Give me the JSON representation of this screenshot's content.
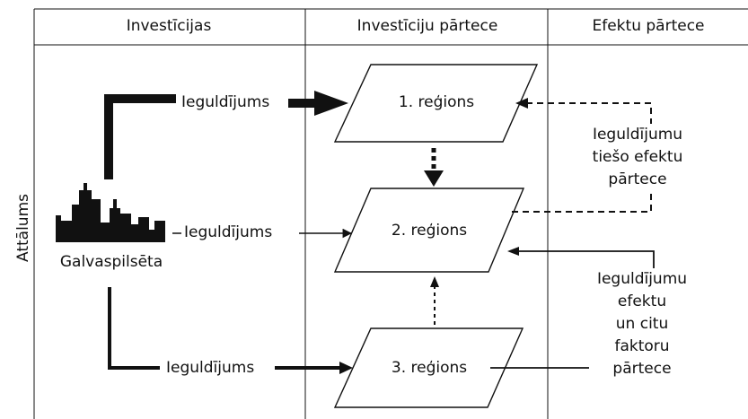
{
  "columns": [
    {
      "header": "Investīcijas"
    },
    {
      "header": "Investīciju  pārtece"
    },
    {
      "header": "Efektu pārtece"
    }
  ],
  "y_axis_label": "Attālums",
  "capital_label": "Galvaspilsēta",
  "investment_labels": [
    "Ieguldījums",
    "Ieguldījums",
    "Ieguldījums"
  ],
  "regions": [
    "1. reģions",
    "2. reģions",
    "3. reģions"
  ],
  "effect_notes": {
    "direct": [
      "Ieguldījumu",
      "tiešo efektu",
      "pārtece"
    ],
    "other": [
      "Ieguldījumu efektu",
      "un citu faktoru",
      "pārtece"
    ]
  },
  "colors": {
    "line": "#111111",
    "background": "#ffffff"
  }
}
